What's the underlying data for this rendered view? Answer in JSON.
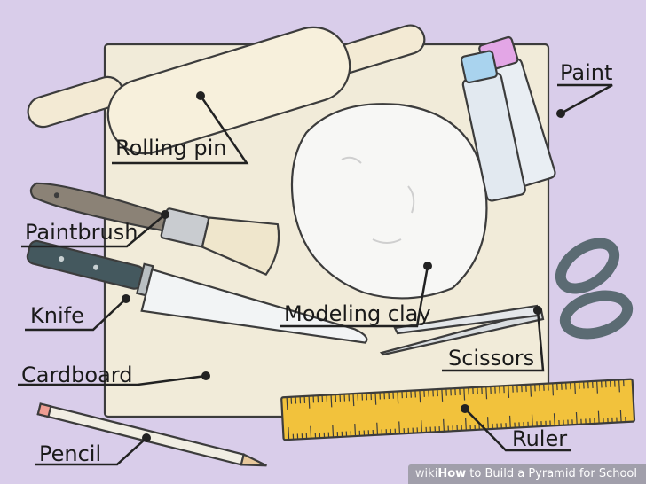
{
  "labels": {
    "rolling_pin": "Rolling pin",
    "paintbrush": "Paintbrush",
    "knife": "Knife",
    "cardboard": "Cardboard",
    "pencil": "Pencil",
    "modeling_clay": "Modeling clay",
    "paint": "Paint",
    "scissors": "Scissors",
    "ruler": "Ruler"
  },
  "watermark": {
    "brand": "wiki",
    "how": "How",
    "title": " to Build a Pyramid for School"
  },
  "colors": {
    "background": "#d9cdea",
    "cardboard": "#f1ebd9",
    "ruler": "#f2c23c",
    "knife_handle": "#44585e",
    "paint_cap_blue": "#a9d3ee",
    "paint_cap_pink": "#e3a6e6",
    "scissor_handle": "#5b6b73"
  },
  "icons": {
    "watermark_logo": "wikihow-logo"
  }
}
